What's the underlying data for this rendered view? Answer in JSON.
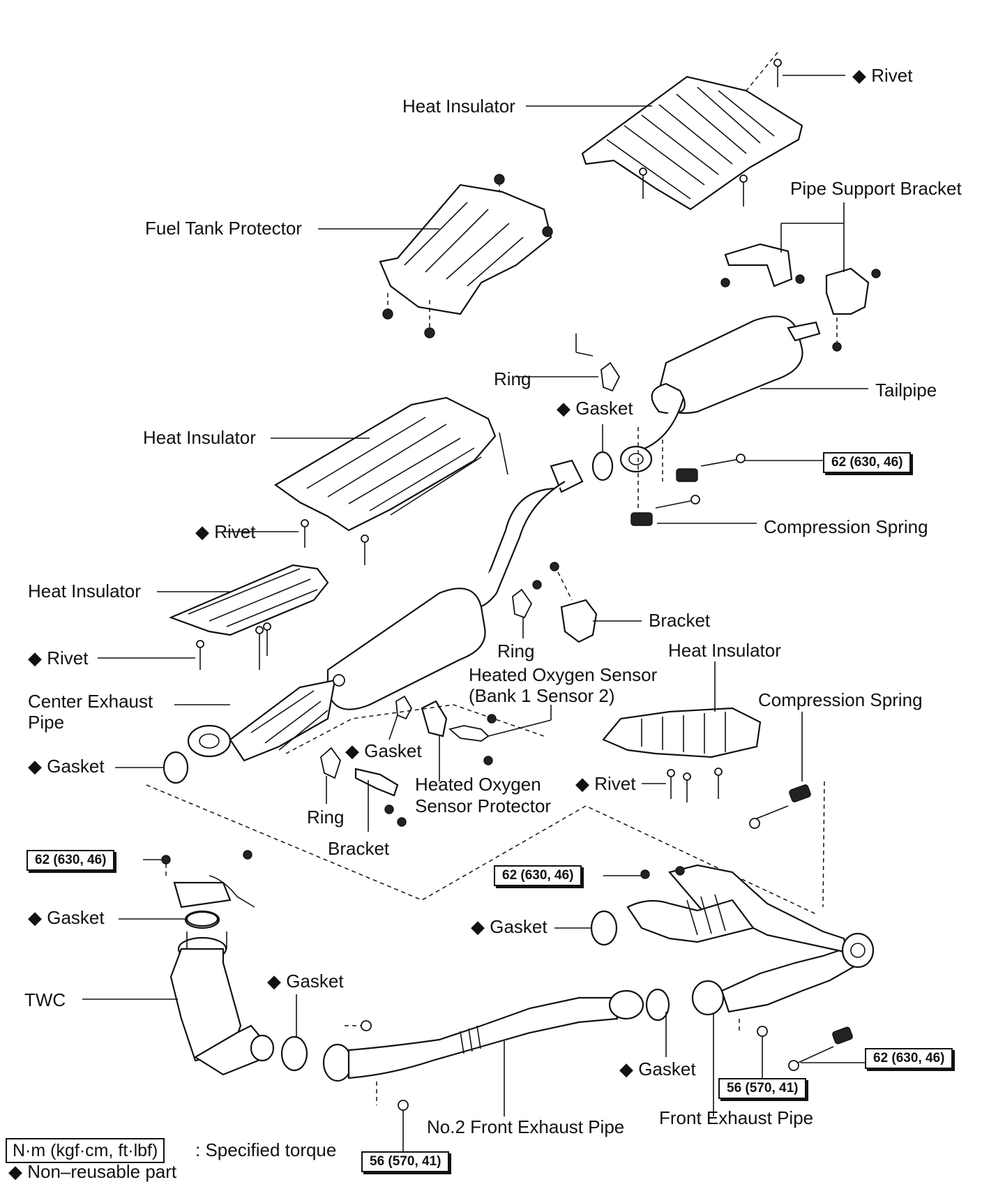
{
  "labels": {
    "rivet_top": "◆ Rivet",
    "heat_insulator_top": "Heat Insulator",
    "pipe_support_bracket": "Pipe Support Bracket",
    "fuel_tank_protector": "Fuel Tank Protector",
    "ring_upper": "Ring",
    "gasket_upper": "◆ Gasket",
    "tailpipe": "Tailpipe",
    "heat_insulator_mid": "Heat Insulator",
    "compression_spring_upper": "Compression Spring",
    "rivet_mid": "◆ Rivet",
    "heat_insulator_left": "Heat Insulator",
    "bracket_upper": "Bracket",
    "ring_mid": "Ring",
    "rivet_left": "◆ Rivet",
    "heat_insulator_right": "Heat Insulator",
    "heated_oxygen_sensor_line1": "Heated Oxygen Sensor",
    "heated_oxygen_sensor_line2": "(Bank 1 Sensor 2)",
    "compression_spring_right": "Compression Spring",
    "center_exhaust_pipe_line1": "Center Exhaust",
    "center_exhaust_pipe_line2": "Pipe",
    "gasket_center": "◆ Gasket",
    "gasket_left": "◆ Gasket",
    "hos_protector_line1": "Heated Oxygen",
    "hos_protector_line2": "Sensor Protector",
    "rivet_right": "◆ Rivet",
    "ring_lower": "Ring",
    "bracket_lower": "Bracket",
    "gasket_twc": "◆ Gasket",
    "gasket_front_right": "◆ Gasket",
    "twc": "TWC",
    "gasket_twc_outlet": "◆ Gasket",
    "gasket_front_pipe": "◆ Gasket",
    "front_exhaust_pipe": "Front Exhaust Pipe",
    "no2_front_exhaust_pipe": "No.2 Front Exhaust Pipe"
  },
  "torques": {
    "tailpipe_joint": "62 (630, 46)",
    "twc_flange": "62 (630, 46)",
    "front_right_flange": "62 (630, 46)",
    "front_pipe_joint": "62 (630, 46)",
    "front_pipe_bolt": "56 (570, 41)",
    "no2_pipe_bolt": "56 (570, 41)"
  },
  "legend": {
    "torque_units": "N·m (kgf·cm, ft·lbf)",
    "torque_desc": ": Specified torque",
    "nonreusable": "◆ Non–reusable part"
  }
}
